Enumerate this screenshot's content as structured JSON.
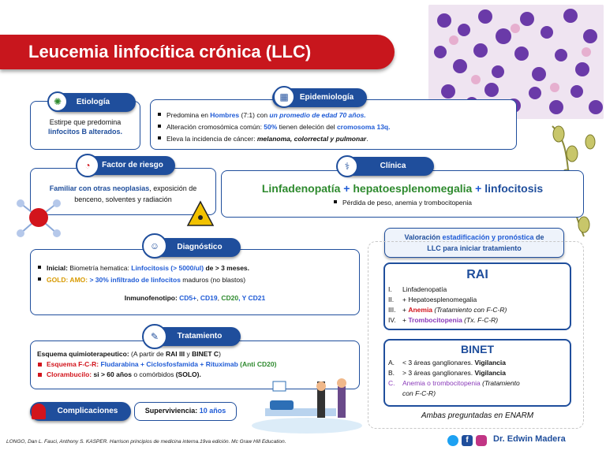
{
  "title": "Leucemia linfocítica crónica (LLC)",
  "etiologia": {
    "label": "Etiología",
    "text1": "Estirpe que predomina",
    "text2": "linfocitos B alterados."
  },
  "epidemiologia": {
    "label": "Epidemiología",
    "l1a": "Predomina en ",
    "l1b": "Hombres",
    "l1c": " (7:1) con ",
    "l1d": "un promedio de edad 70 años.",
    "l2a": "Alteración cromosómica común: ",
    "l2b": "50%",
    "l2c": " tienen deleción del ",
    "l2d": "cromosoma 13q.",
    "l3a": "Eleva la incidencia de cáncer: ",
    "l3b": "melanoma, colorrectal y pulmonar",
    "l3c": "."
  },
  "riesgo": {
    "label": "Factor de riesgo",
    "a": "Familiar con otras neoplasias",
    "b": ", exposición de benceno, solventes y radiación"
  },
  "clinica": {
    "label": "Clínica",
    "a": "Linfadenopatía",
    "b": " + ",
    "c": "hepatoesplenomegalia",
    "d": " + ",
    "e": "linfocitosis",
    "f": "Pérdida de peso, anemia y trombocitopenia"
  },
  "diagnostico": {
    "label": "Diagnóstico",
    "l1a": "Inicial:",
    "l1b": " Biometría hematica: ",
    "l1c": "Linfocitosis (> 5000/ul)",
    "l1d": " de > 3 meses.",
    "l2a": "GOLD: AMO:",
    "l2b": " > 30% infiltrado de linfocitos",
    "l2c": " maduros (no blastos)",
    "inmuno_a": "Inmunofenotipo: ",
    "inmuno_b": "CD5+",
    "inmuno_c": ", ",
    "inmuno_d": "CD19",
    "inmuno_e": ", ",
    "inmuno_f": "CD20",
    "inmuno_g": ", Y ",
    "inmuno_h": "CD21"
  },
  "tratamiento": {
    "label": "Tratamiento",
    "head_a": "Esquema quimioterapeutico:",
    "head_b": " (A partir de ",
    "head_c": "RAI III",
    "head_d": " y ",
    "head_e": "BINET C",
    "head_f": ")",
    "l1a": "Esquema F-C-R:",
    "l1b": " Fludarabina + Ciclosfosfamida + Rituximab",
    "l1c": " (Anti CD20)",
    "l2a": "Clorambucilo:",
    "l2b": " si > 60 años",
    "l2c": " o comórbidos ",
    "l2d": "(SOLO)."
  },
  "complicaciones": {
    "label": "Complicaciones"
  },
  "supervivencia": {
    "a": "Superviviencia: ",
    "b": "10 años"
  },
  "valoracion": {
    "a": "Valoración ",
    "b": "estadificación y pronóstica",
    "c": " de",
    "d": "LLC para iniciar tratamiento"
  },
  "rai": {
    "title": "RAI",
    "items": [
      {
        "m": "I.",
        "t": "Linfadenopatía"
      },
      {
        "m": "II.",
        "t": "+ Hepatoesplenomegalia"
      },
      {
        "m": "III.",
        "t1": "+ ",
        "t2": "Anemia",
        "t3": " (Tratamiento con F-C-R)"
      },
      {
        "m": "IV.",
        "t1": "+ ",
        "t2": "Trombocitopenia",
        "t3": " (Tx. F-C-R)"
      }
    ]
  },
  "binet": {
    "title": "BINET",
    "items": [
      {
        "m": "A.",
        "t1": "< 3 áreas ganglionares. ",
        "t2": "Vigilancia"
      },
      {
        "m": "B.",
        "t1": "> 3 áreas ganglionares. ",
        "t2": "Vigilancia"
      },
      {
        "m": "C.",
        "t1": "Anemia o trombocitopenia",
        "t2": " (Tratamiento",
        "t3": "con F-C-R)"
      }
    ]
  },
  "enarm": "Ambas preguntadas en ENARM",
  "reference": "LONGO, Dan L. Fauci, Anthony S. KASPER. Harrison principios de medicina interna.19va edición. Mc Graw Hill Education.",
  "author": "Dr. Edwin Madera",
  "colors": {
    "red": "#c8161d",
    "blue": "#1f4e9c",
    "accent_blue": "#1f5bd6",
    "green": "#2e8a2e",
    "purple": "#8a3ab9"
  }
}
